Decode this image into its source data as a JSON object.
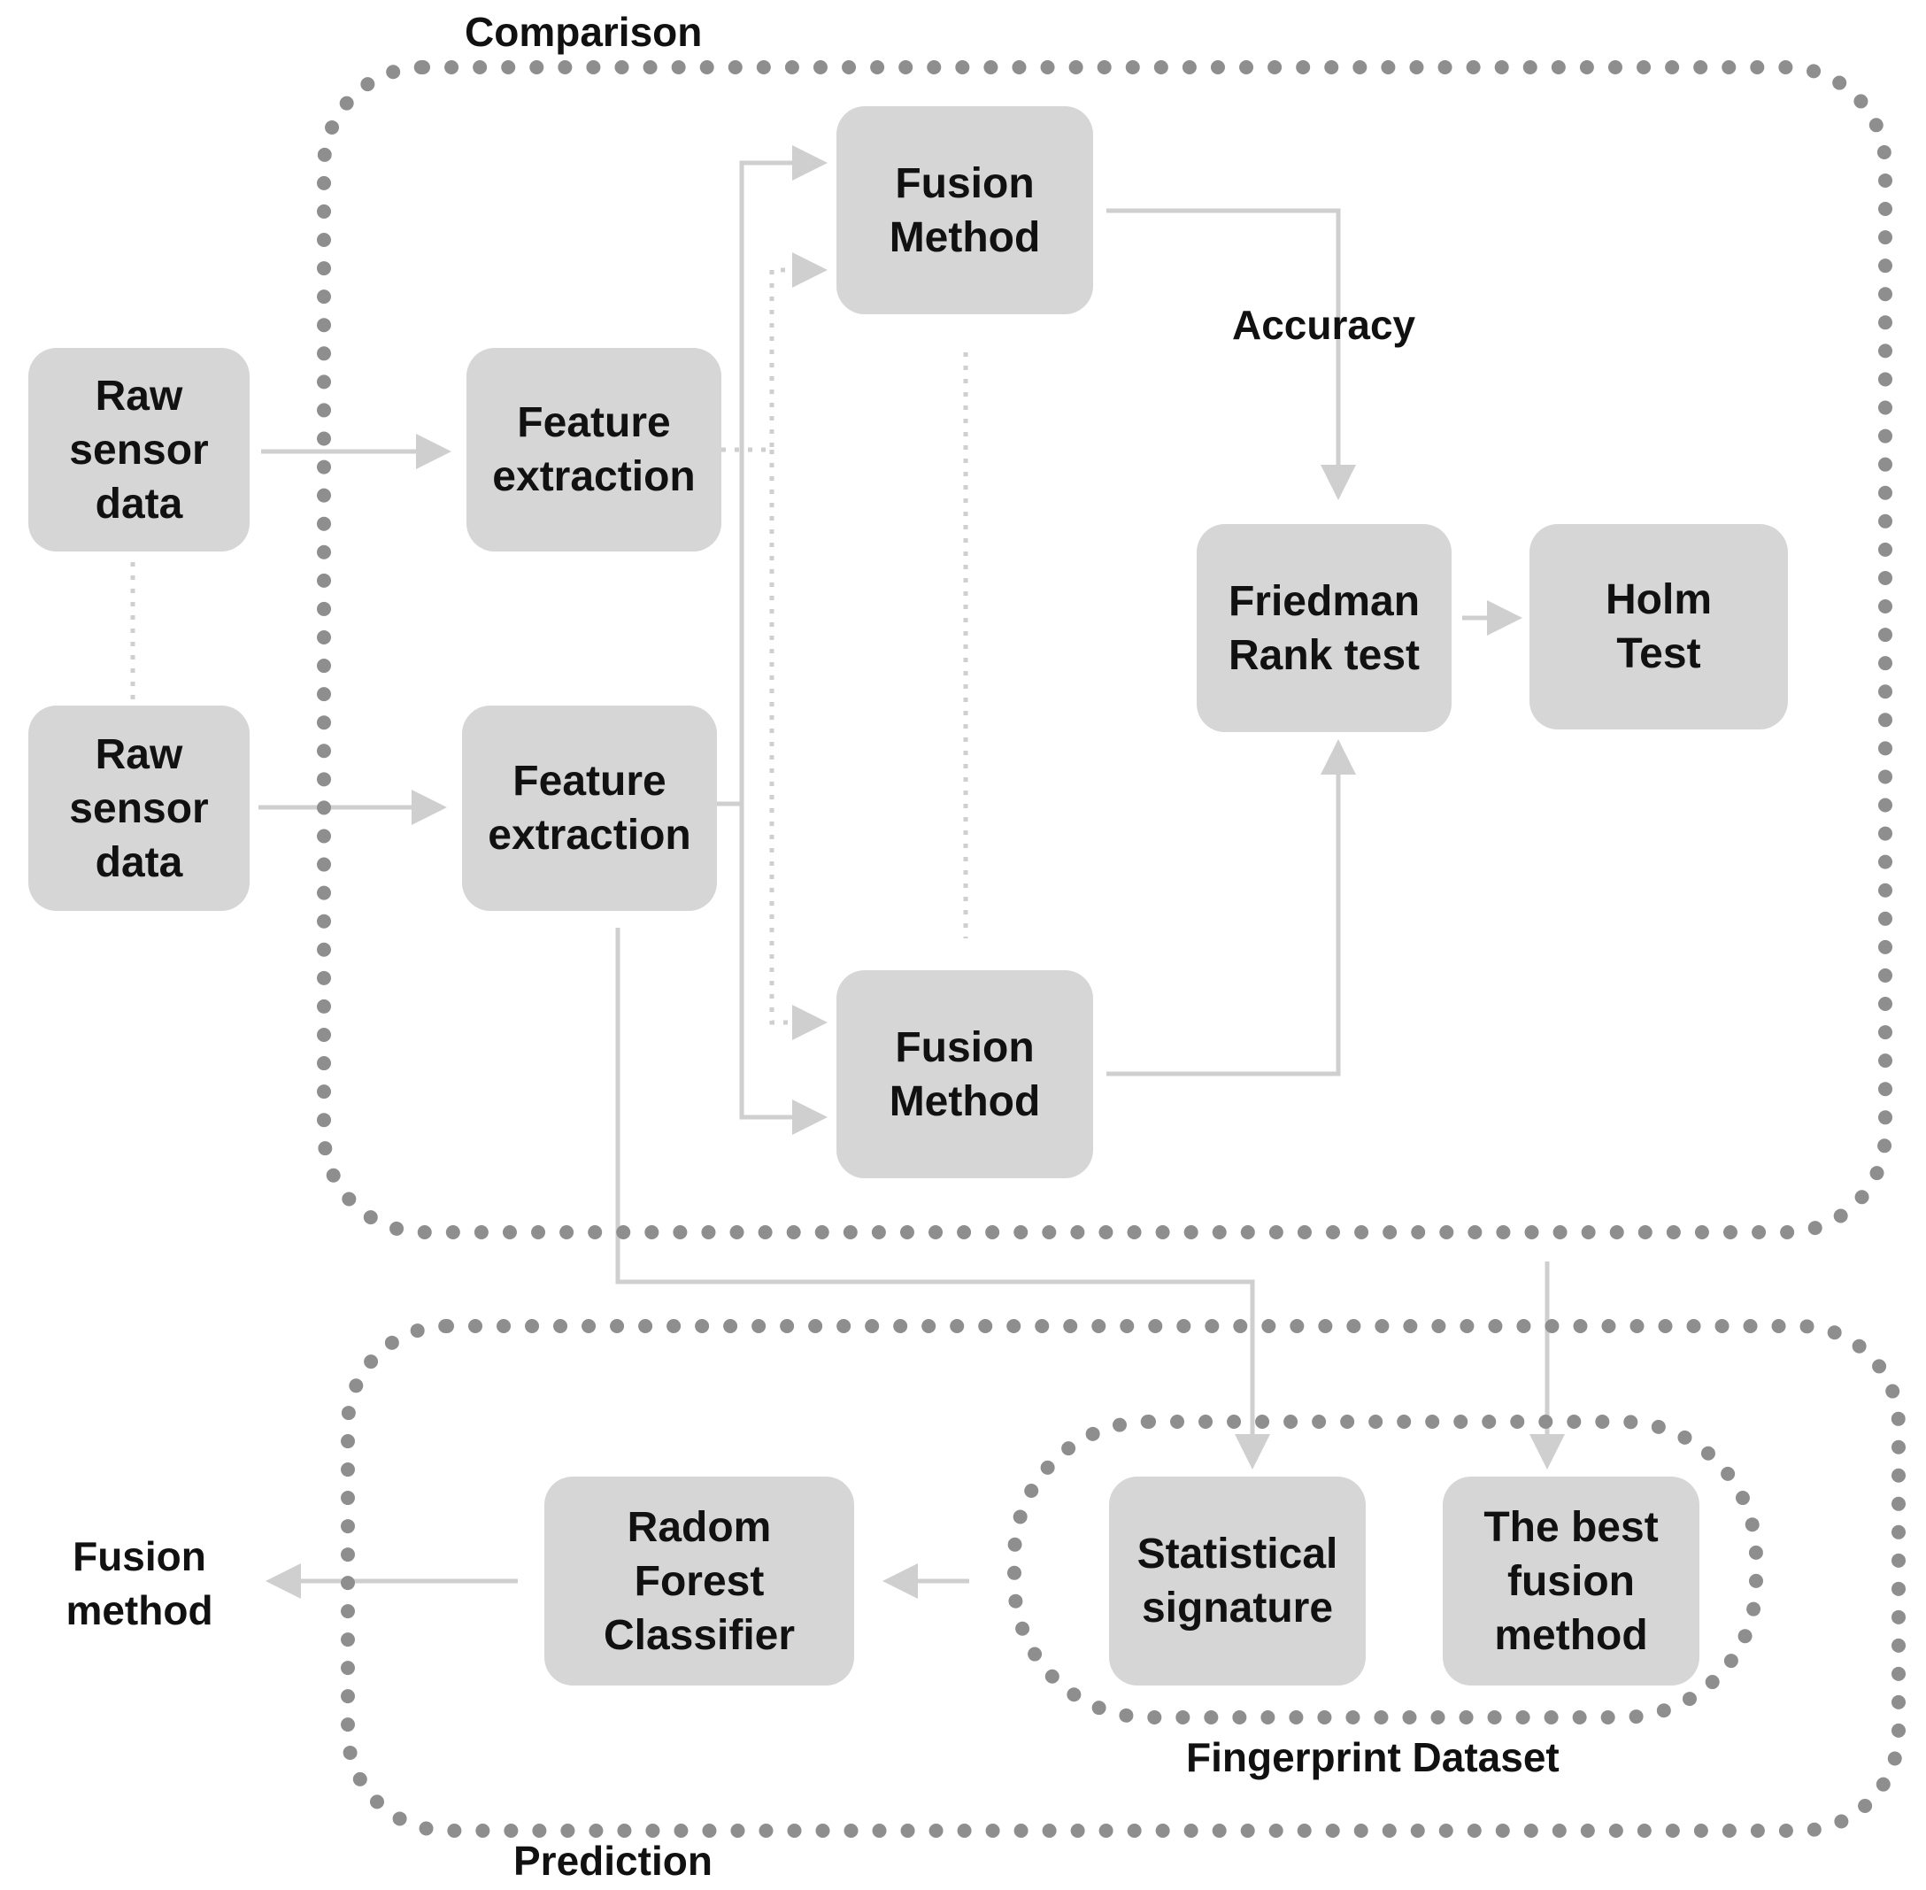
{
  "groups": {
    "comparison": "Comparison",
    "prediction": "Prediction",
    "fingerprint": "Fingerprint Dataset"
  },
  "nodes": {
    "raw_sensor_1": "Raw\nsensor\ndata",
    "raw_sensor_2": "Raw\nsensor\ndata",
    "feature_extraction_1": "Feature\nextraction",
    "feature_extraction_2": "Feature\nextraction",
    "fusion_method_1": "Fusion\nMethod",
    "fusion_method_2": "Fusion\nMethod",
    "friedman": "Friedman\nRank test",
    "holm": "Holm\nTest",
    "random_forest": "Radom\nForest\nClassifier",
    "statistical_signature": "Statistical\nsignature",
    "best_fusion": "The best\nfusion\nmethod"
  },
  "labels": {
    "accuracy": "Accuracy",
    "output": "Fusion\nmethod"
  },
  "colors": {
    "node_fill": "#d6d6d6",
    "group_border": "#8e8e8e",
    "wire": "#cfcfcf",
    "text": "#111111"
  }
}
